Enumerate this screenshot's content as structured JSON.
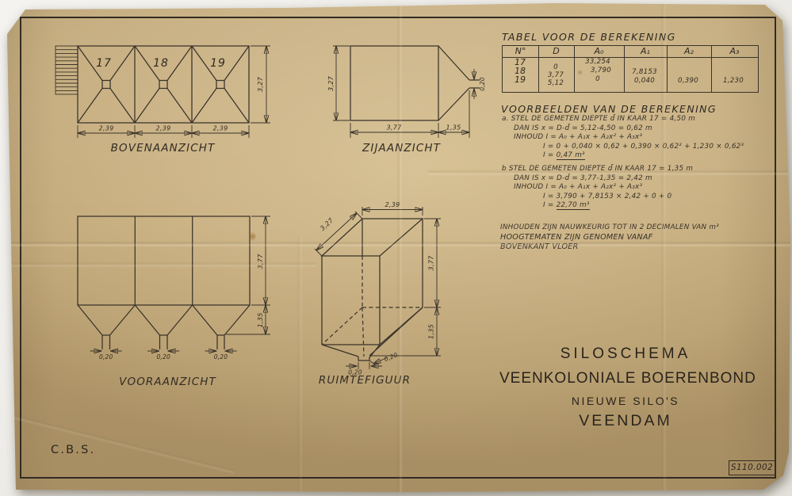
{
  "header": {
    "table_title": "TABEL VOOR DE BEREKENING",
    "examples_title": "VOORBEELDEN VAN DE BEREKENING"
  },
  "table": {
    "columns": [
      "N°",
      "D",
      "A₀",
      "A₁",
      "A₂",
      "A₃"
    ],
    "silo_numbers": [
      "17",
      "18",
      "19"
    ],
    "d_values": [
      "0",
      "3,77",
      "5,12"
    ],
    "a0_values": [
      "33,254",
      "3,790",
      "0"
    ],
    "a1_values": [
      "7,8153",
      "0,040"
    ],
    "a2_values": [
      "0,390"
    ],
    "a3_values": [
      "1,230"
    ]
  },
  "examples": {
    "a": {
      "l1": "a. STEL DE GEMETEN DIEPTE d̄ IN KAAR 17 = 4,50 m",
      "l2": "DAN IS x = D-d̄ = 5,12-4,50 = 0,62 m",
      "l3": "INHOUD I = A₀ + A₁x + A₂x² + A₃x³",
      "l4": "I = 0 + 0,040 × 0,62 + 0,390 × 0,62² + 1,230 × 0,62³",
      "l5_prefix": "I = ",
      "l5_value": "0,47 m³"
    },
    "b": {
      "l1": "b  STEL DE GEMETEN DIEPTE d̄ IN KAAR 17 = 1,35 m",
      "l2": "DAN IS x = D-d̄ = 3,77-1,35 = 2,42 m",
      "l3": "INHOUD I = A₀ + A₁x + A₂x² + A₃x³",
      "l4": "I = 3,790 + 7,8153 × 2,42 + 0 + 0",
      "l5_prefix": "I = ",
      "l5_value": "22,70 m³"
    }
  },
  "notes": {
    "line1": "INHOUDEN ZIJN NAUWKEURIG TOT IN 2 DECIMALEN VAN m³",
    "line2": "HOOGTEMATEN ZIJN GENOMEN VANAF",
    "line3": "BOVENKANT VLOER"
  },
  "views": {
    "top_label": "BOVENAANZICHT",
    "side_label": "ZIJAANZICHT",
    "front_label": "VOORAANZICHT",
    "space_label": "RUIMTEFIGUUR",
    "silos": [
      "17",
      "18",
      "19"
    ]
  },
  "dims": {
    "silo_width": "2,39",
    "silo_depth": "3,27",
    "silo_height": "3,77",
    "funnel_height": "1,35",
    "spout_width": "0,20"
  },
  "title_block": {
    "line1": "SILOSCHEMA",
    "line2": "VEENKOLONIALE BOERENBOND",
    "line3": "NIEUWE SILO'S",
    "line4": "VEENDAM"
  },
  "footer": {
    "credit": "C.B.S.",
    "drawing_number": "S110.002"
  }
}
